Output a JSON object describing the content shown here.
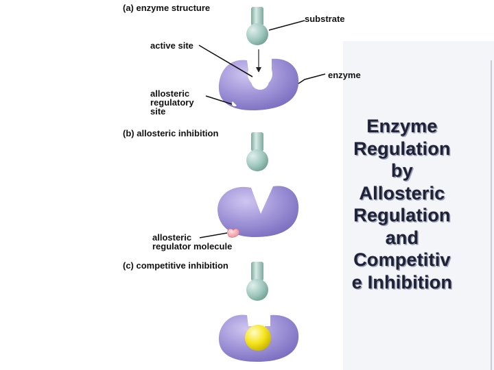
{
  "sections": [
    {
      "letter": "(a)",
      "title": "enzyme structure"
    },
    {
      "letter": "(b)",
      "title": "allosteric inhibition"
    },
    {
      "letter": "(c)",
      "title": "competitive inhibition"
    }
  ],
  "labels": {
    "substrate": "substrate",
    "active_site": "active site",
    "enzyme": "enzyme",
    "allosteric_site": [
      "allosteric",
      "regulatory",
      "site"
    ],
    "regulator_molecule": [
      "allosteric",
      "regulator molecule"
    ]
  },
  "slide_title": {
    "lines": [
      "Enzyme",
      "Regulation",
      "by",
      "Allosteric",
      "Regulation",
      "and",
      "Competitiv",
      "e Inhibition"
    ]
  },
  "colors": {
    "enzyme": "#9f93d6",
    "substrate": "#9ec6bd",
    "regulator": "#f2a3a8",
    "competitive_inhibitor": "#f5e51e"
  }
}
